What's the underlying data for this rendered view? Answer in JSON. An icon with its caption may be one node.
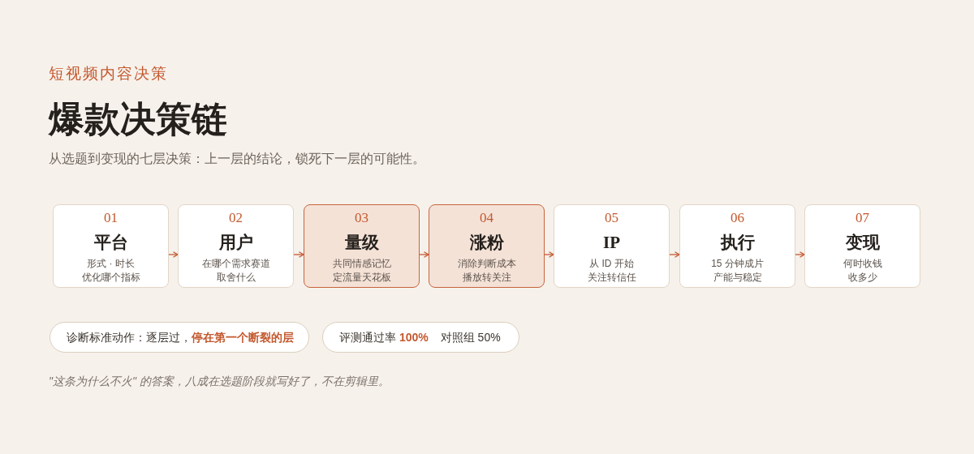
{
  "diagram": {
    "title": "爆款决策链",
    "caption": "\"这条为什么不火\" 的答案，八成在选题阶段就写好了，不在剪辑里。",
    "nodes": [
      {
        "text": [
          "01",
          "平台",
          "形式 · 时长",
          "优化哪个指标"
        ]
      },
      {
        "text": [
          "02",
          "用户",
          "在哪个需求赛道",
          "取舍什么"
        ]
      },
      {
        "text": [
          "03",
          "量级",
          "共同情感记忆",
          "定流量天花板"
        ]
      },
      {
        "text": [
          "04",
          "涨粉",
          "消除判断成本",
          "播放转关注"
        ]
      },
      {
        "text": [
          "05",
          "IP",
          "从 ID 开始",
          "关注转信任"
        ]
      },
      {
        "text": [
          "06",
          "执行",
          "15 分钟成片",
          "产能与稳定"
        ]
      },
      {
        "text": [
          "07",
          "变现",
          "何时收钱",
          "收多少"
        ]
      },
      {
        "text": [
          "诊断标准动作：逐层过，**停在第一个断裂的层**"
        ]
      },
      {
        "text": [
          "评测通过率 **100%**",
          "对照组 50%"
        ]
      }
    ],
    "edges": [
      {
        "from": 0,
        "to": 1,
        "arrow": "to"
      },
      {
        "from": 1,
        "to": 2,
        "arrow": "to"
      },
      {
        "from": 2,
        "to": 3,
        "arrow": "to"
      },
      {
        "from": 3,
        "to": 4,
        "arrow": "to"
      },
      {
        "from": 4,
        "to": 5,
        "arrow": "to"
      },
      {
        "from": 5,
        "to": 6,
        "arrow": "to"
      }
    ],
    "labels": [
      "短视频内容决策",
      "从选题到变现的七层决策：上一层的结论，锁死下一层的可能性。"
    ]
  }
}
